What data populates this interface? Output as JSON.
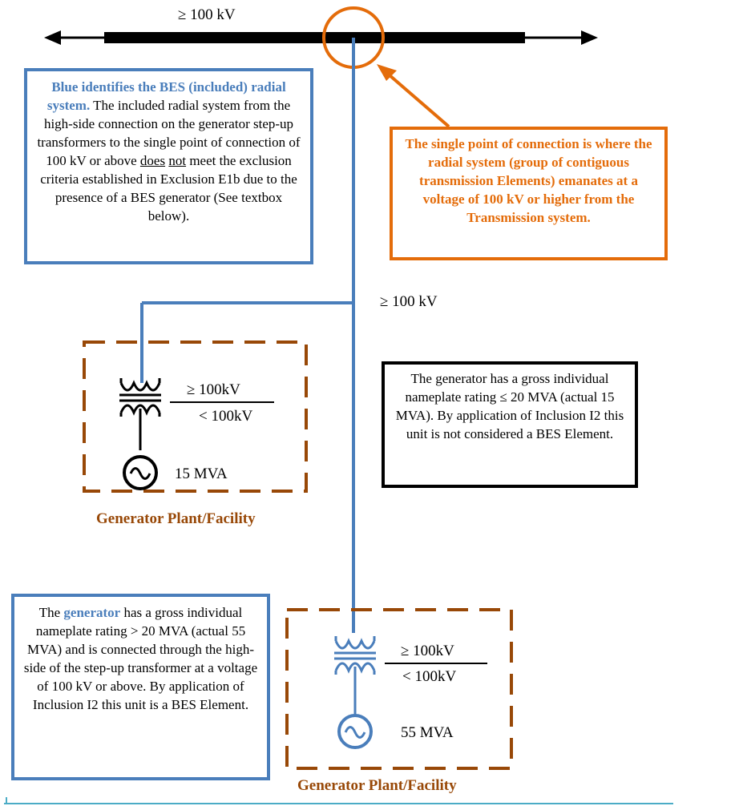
{
  "bus": {
    "voltage_label": "≥ 100 kV"
  },
  "tap": {
    "voltage_label": "≥ 100 kV"
  },
  "blue_note": {
    "lead": "Blue identifies the BES (included) radial system.",
    "body_1": " The included radial system from the high-side connection on the generator step-up transformers to the single point of connection of 100 kV or above ",
    "does": "does",
    "space": " ",
    "not": "not",
    "body_2": " meet the exclusion criteria established in Exclusion E1b due to the presence of a BES generator (See textbox below)."
  },
  "orange_note": {
    "text": "The single point of connection is where the radial system (group of contiguous transmission Elements) emanates at a voltage of 100 kV or higher from the Transmission system."
  },
  "black_note": {
    "text": "The generator has a gross individual nameplate rating ≤ 20 MVA (actual 15 MVA). By application of Inclusion I2 this unit is not considered a BES Element."
  },
  "blue_note_2": {
    "pre": "The ",
    "highlight": "generator",
    "post": " has a gross individual nameplate rating > 20 MVA (actual 55 MVA) and is connected through the high-side of the step-up transformer at a voltage of 100 kV or above. By application of Inclusion I2 this unit is a BES Element."
  },
  "plant_1": {
    "high_side": "≥ 100kV",
    "low_side": "< 100kV",
    "rating": "15 MVA",
    "label": "Generator Plant/Facility"
  },
  "plant_2": {
    "high_side": "≥ 100kV",
    "low_side": "< 100kV",
    "rating": "55 MVA",
    "label": "Generator Plant/Facility"
  },
  "colors": {
    "bes_blue": "#4a7ebb",
    "connection_orange": "#e46c0a",
    "plant_brown": "#984807",
    "bus_black": "#000000",
    "footer_line": "#4bacc6"
  }
}
